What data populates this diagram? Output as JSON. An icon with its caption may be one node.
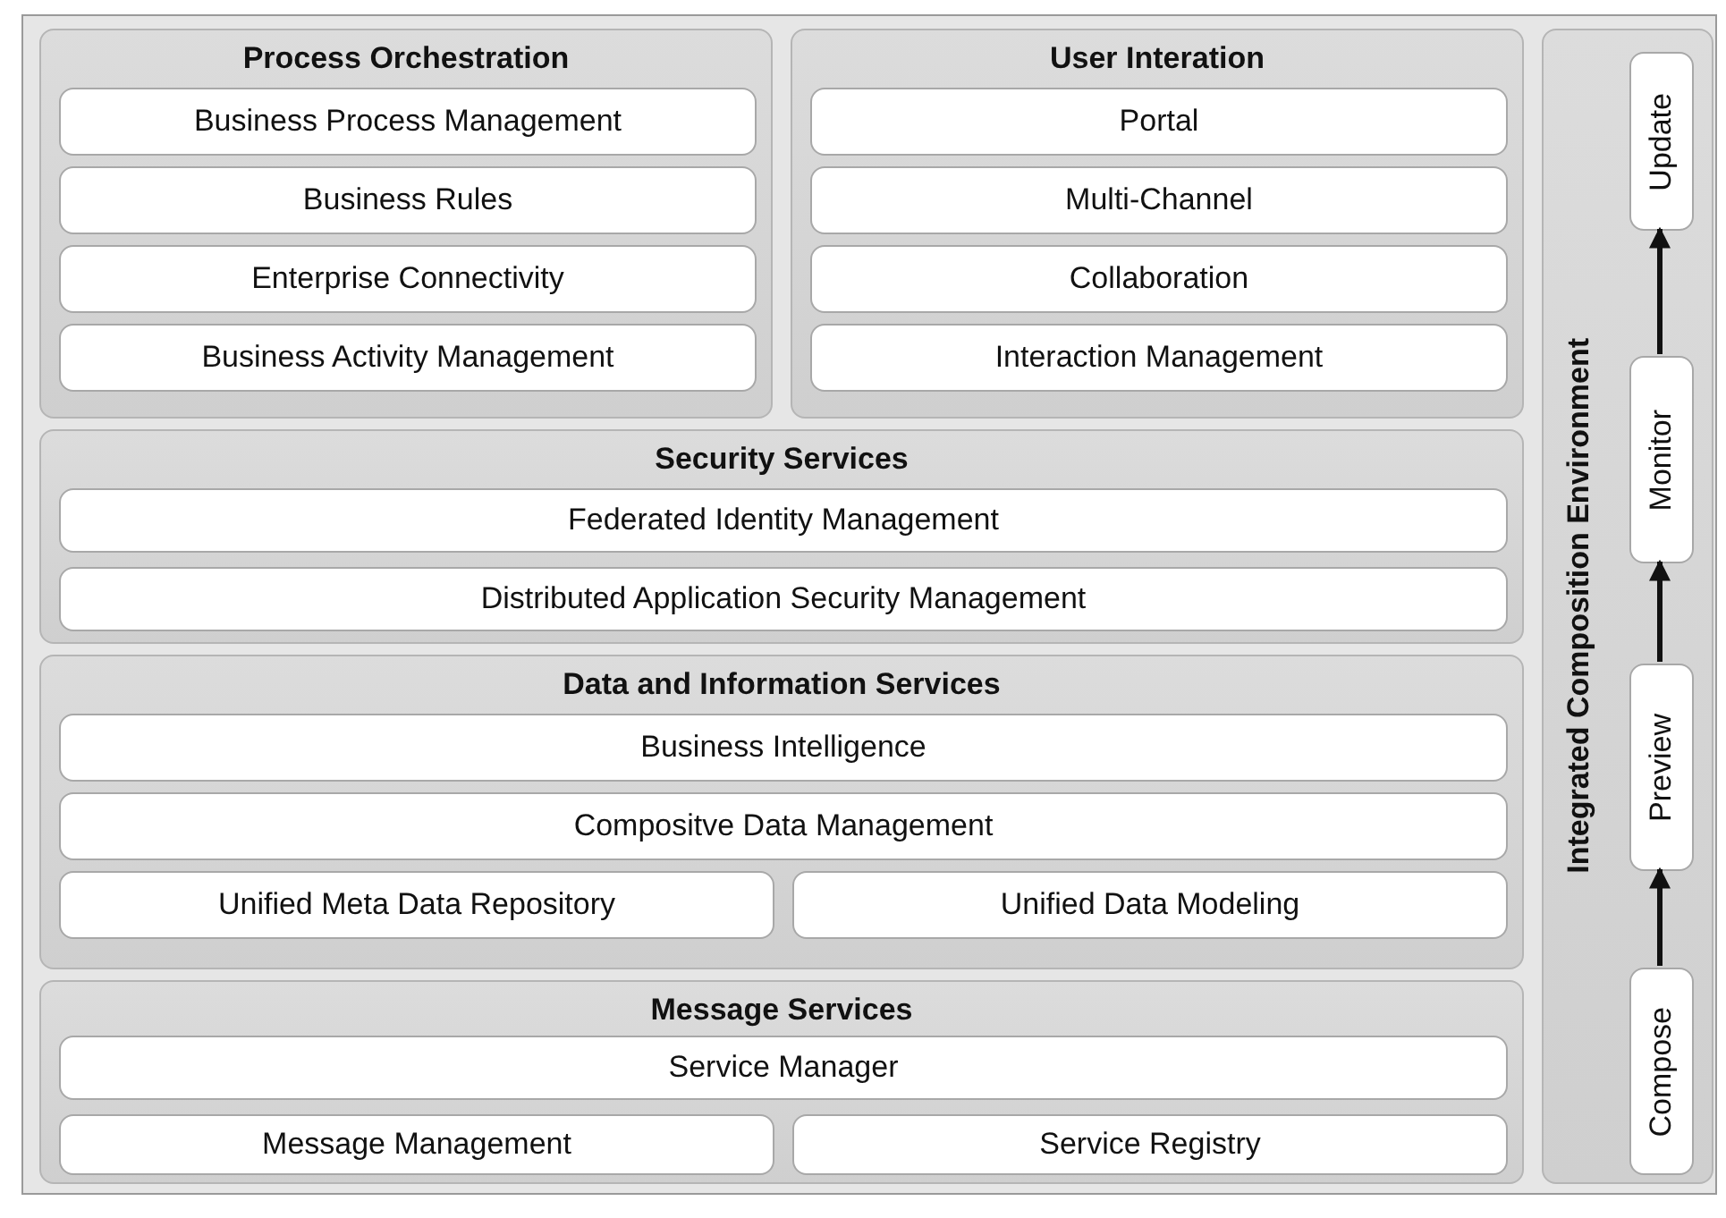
{
  "diagram": {
    "nodes": [
      {
        "text": [
          "Process Orchestration"
        ]
      },
      {
        "text": [
          "Business Process Management"
        ],
        "in": 0
      },
      {
        "text": [
          "Business Rules"
        ],
        "in": 0
      },
      {
        "text": [
          "Enterprise Connectivity"
        ],
        "in": 0
      },
      {
        "text": [
          "Business Activity Management"
        ],
        "in": 0
      },
      {
        "text": [
          "User Interation"
        ]
      },
      {
        "text": [
          "Portal"
        ],
        "in": 5
      },
      {
        "text": [
          "Multi-Channel"
        ],
        "in": 5
      },
      {
        "text": [
          "Collaboration"
        ],
        "in": 5
      },
      {
        "text": [
          "Interaction Management"
        ],
        "in": 5
      },
      {
        "text": [
          "Security Services"
        ]
      },
      {
        "text": [
          "Federated Identity Management"
        ],
        "in": 10
      },
      {
        "text": [
          "Distributed Application Security Management"
        ],
        "in": 10
      },
      {
        "text": [
          "Data and Information Services"
        ]
      },
      {
        "text": [
          "Business Intelligence"
        ],
        "in": 13
      },
      {
        "text": [
          "Compositve Data Management"
        ],
        "in": 13
      },
      {
        "text": [
          "Unified Meta Data Repository"
        ],
        "in": 13
      },
      {
        "text": [
          "Unified Data Modeling"
        ],
        "in": 13
      },
      {
        "text": [
          "Message Services"
        ]
      },
      {
        "text": [
          "Service Manager"
        ],
        "in": 18
      },
      {
        "text": [
          "Message Management"
        ],
        "in": 18
      },
      {
        "text": [
          "Service Registry"
        ],
        "in": 18
      },
      {
        "text": [
          "Integrated Composition Environment"
        ]
      },
      {
        "text": [
          "Compose"
        ],
        "in": 22
      },
      {
        "text": [
          "Preview"
        ],
        "in": 22
      },
      {
        "text": [
          "Monitor"
        ],
        "in": 22
      },
      {
        "text": [
          "Update"
        ],
        "in": 22
      }
    ],
    "edges": [
      {
        "from": 23,
        "to": 24,
        "arrow": "to"
      },
      {
        "from": 24,
        "to": 25,
        "arrow": "to"
      },
      {
        "from": 25,
        "to": 26,
        "arrow": "to"
      }
    ]
  }
}
